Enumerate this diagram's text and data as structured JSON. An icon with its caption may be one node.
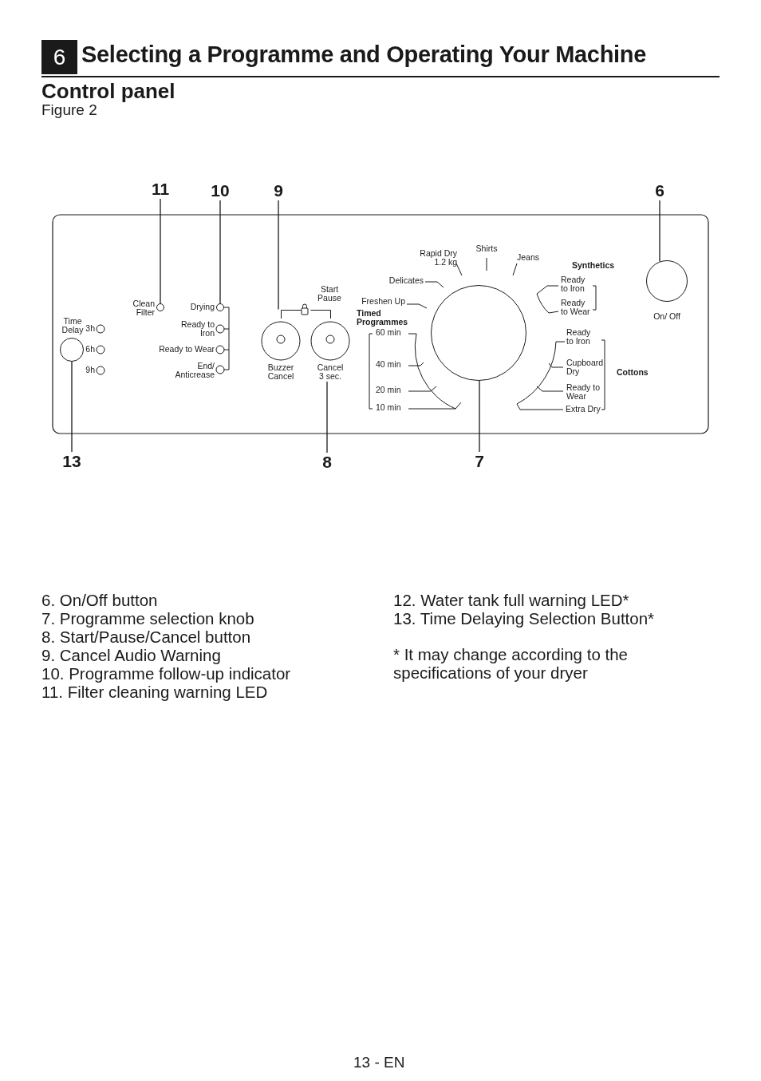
{
  "diagram": {
    "title": "Selecting a Programme and Operating Your Machine",
    "nodes": [
      {
        "text": [
          "11"
        ]
      },
      {
        "text": [
          "10"
        ]
      },
      {
        "text": [
          "9"
        ]
      },
      {
        "text": [
          "6"
        ]
      },
      {
        "text": [
          "13"
        ]
      },
      {
        "text": [
          "8"
        ]
      },
      {
        "text": [
          "7"
        ]
      },
      {
        "text": [],
        "shape": "circle",
        "beside": [
          "Clean Filter"
        ]
      },
      {
        "text": [],
        "shape": "circle",
        "beside": [
          "Drying"
        ]
      },
      {
        "text": [],
        "shape": "circle",
        "beside": [
          "On/ Off"
        ]
      },
      {
        "text": [],
        "shape": "circle",
        "beside": [
          "Time Delay"
        ]
      },
      {
        "text": [],
        "shape": "circle"
      },
      {
        "text": [
          "Cancel 3 sec."
        ]
      },
      {
        "text": [],
        "shape": "bracket"
      }
    ],
    "edges": [
      {
        "from": 0,
        "to": 7,
        "arrow": "none"
      },
      {
        "from": 1,
        "to": 8,
        "arrow": "none"
      },
      {
        "from": 2,
        "to": 13,
        "arrow": "none"
      },
      {
        "from": 3,
        "to": 9,
        "arrow": "none"
      },
      {
        "from": 4,
        "to": 10,
        "arrow": "none"
      },
      {
        "from": 5,
        "to": 12,
        "arrow": "none"
      },
      {
        "from": 6,
        "to": 11,
        "arrow": "none"
      }
    ],
    "labels": [
      "6",
      "Control panel",
      "Figure 2",
      "3h",
      "6h",
      "9h",
      "Ready to Iron",
      "Ready to Wear",
      "End/ Anticrease",
      "Start Pause",
      "Buzzer Cancel",
      "Rapid Dry 1.2 kg",
      "Shirts",
      "Jeans",
      "Delicates",
      "Freshen Up",
      "Timed Programmes",
      "60 min",
      "40 min",
      "20 min",
      "10 min",
      "Synthetics",
      "Ready to Iron",
      "Ready to Wear",
      "Ready to Iron",
      "Cupboard Dry",
      "Ready to Wear",
      "Extra Dry",
      "Cottons",
      "6. On/Off button",
      "7. Programme selection knob",
      "8. Start/Pause/Cancel button",
      "9. Cancel Audio Warning",
      "10. Programme follow-up indicator",
      "11. Filter cleaning warning LED",
      "12. Water tank full warning LED*",
      "13. Time Delaying Selection Button*",
      "* It may change according to the specifications of your dryer",
      "13 - EN"
    ]
  }
}
